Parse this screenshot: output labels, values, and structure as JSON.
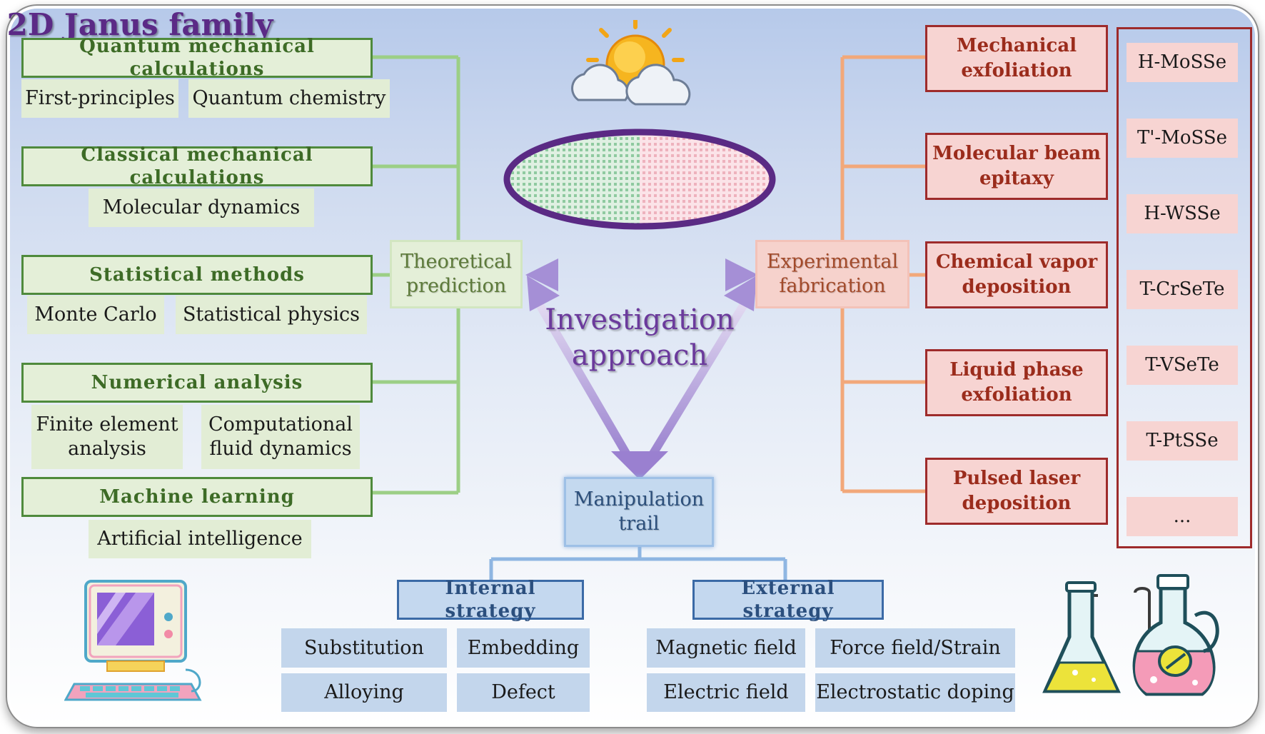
{
  "title": "2D Janus family",
  "center_label": "Investigation approach",
  "nodes": {
    "theory": "Theoretical prediction",
    "experiment": "Experimental fabrication",
    "manipulation": "Manipulation trail"
  },
  "theory_groups": [
    {
      "head": "Quantum  mechanical  calculations",
      "subs": [
        "First-principles",
        "Quantum chemistry"
      ]
    },
    {
      "head": "Classical  mechanical  calculations",
      "subs": [
        "Molecular  dynamics"
      ]
    },
    {
      "head": "Statistical  methods",
      "subs": [
        "Monte Carlo",
        "Statistical  physics"
      ]
    },
    {
      "head": "Numerical  analysis",
      "subs": [
        "Finite element analysis",
        "Computational fluid dynamics"
      ]
    },
    {
      "head": "Machine  learning",
      "subs": [
        "Artificial  intelligence"
      ]
    }
  ],
  "experiment_methods": [
    "Mechanical exfoliation",
    "Molecular  beam epitaxy",
    "Chemical  vapor deposition",
    "Liquid phase exfoliation",
    "Pulsed laser deposition"
  ],
  "materials": [
    "H-MoSSe",
    "T'-MoSSe",
    "H-WSSe",
    "T-CrSeTe",
    "T-VSeTe",
    "T-PtSSe",
    "..."
  ],
  "strategies": {
    "internal": {
      "head": "Internal  strategy",
      "items": [
        "Substitution",
        "Embedding",
        "Alloying",
        "Defect"
      ]
    },
    "external": {
      "head": "External  strategy",
      "items": [
        "Magnetic  field",
        "Force field/Strain",
        "Electric  field",
        "Electrostatic  doping"
      ]
    }
  },
  "colors": {
    "green_border": "#4f8a3c",
    "green_fill": "#e4efd8",
    "red_border": "#9e2b2b",
    "red_fill": "#f7d4d2",
    "blue_border": "#3b6aa6",
    "blue_fill": "#c4d8ef",
    "title_purple": "#5b2a86"
  },
  "icons": [
    "sun-cloud-icon",
    "retro-computer-icon",
    "lab-flasks-icon"
  ]
}
